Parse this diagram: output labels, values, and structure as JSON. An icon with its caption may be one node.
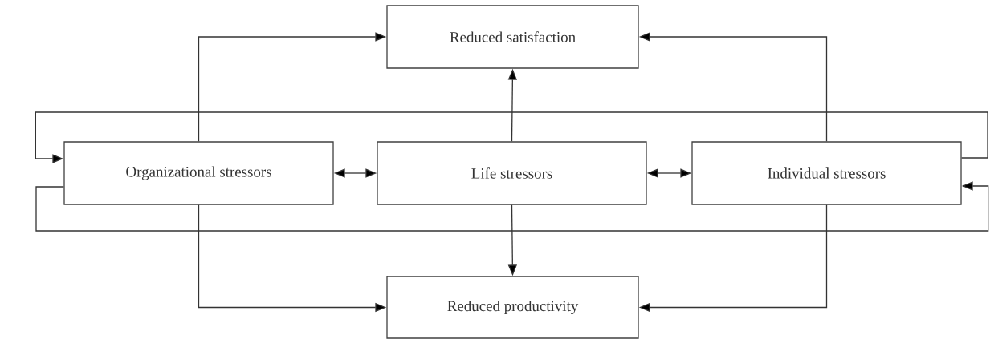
{
  "diagram": {
    "nodes": [
      {
        "text": [
          "Reduced satisfaction"
        ]
      },
      {
        "text": [
          "Organizational stressors"
        ]
      },
      {
        "text": [
          "Life stressors"
        ]
      },
      {
        "text": [
          "Individual stressors"
        ]
      },
      {
        "text": [
          "Reduced productivity"
        ]
      }
    ],
    "edges": [
      {
        "from": 1,
        "to": 0,
        "arrow": "to"
      },
      {
        "from": 3,
        "to": 0,
        "arrow": "to"
      },
      {
        "from": 2,
        "to": 0,
        "arrow": "to"
      },
      {
        "from": 1,
        "to": 2,
        "arrow": "both"
      },
      {
        "from": 2,
        "to": 3,
        "arrow": "both"
      },
      {
        "from": 2,
        "to": 4,
        "arrow": "to"
      },
      {
        "from": 1,
        "to": 4,
        "arrow": "to"
      },
      {
        "from": 3,
        "to": 4,
        "arrow": "to"
      },
      {
        "from": 3,
        "to": 1,
        "arrow": "to"
      },
      {
        "from": 1,
        "to": 3,
        "arrow": "to"
      }
    ]
  }
}
